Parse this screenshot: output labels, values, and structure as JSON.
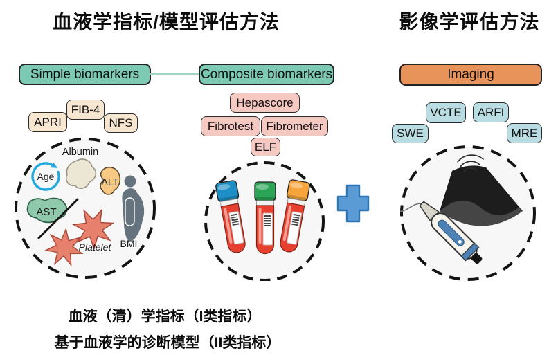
{
  "titles": {
    "blood": "血液学指标/模型评估方法",
    "imaging": "影像学评估方法"
  },
  "categories": {
    "simple": "Simple biomarkers",
    "composite": "Composite biomarkers",
    "imaging": "Imaging"
  },
  "simple_badges": [
    "APRI",
    "FIB-4",
    "NFS"
  ],
  "composite_badges": [
    "Hepascore",
    "Fibrotest",
    "Fibrometer",
    "ELF"
  ],
  "imaging_badges": [
    "VCTE",
    "ARFI",
    "SWE",
    "MRE"
  ],
  "blood_markers": {
    "albumin": "Albumin",
    "age": "Age",
    "alt": "ALT",
    "ast": "AST",
    "platelet": "Platelet",
    "bmi": "BMI"
  },
  "footnotes": [
    "血液（清）学指标（I类指标）",
    "基于血液学的诊断模型（II类指标）"
  ],
  "colors": {
    "teal_button": "#7ccab3",
    "orange_button": "#e8935a",
    "cream_badge": "#f8e7d0",
    "pink_badge": "#f5c8c2",
    "blue_badge": "#b9dde2",
    "plus_blue": "#5b9bd5",
    "tube_red": "#e8402f",
    "tube_cap_blue": "#1e8fc6",
    "tube_cap_green": "#2ba455",
    "tube_cap_orange": "#f6a53c",
    "platelet_salmon": "#e8806e",
    "ast_green": "#8fc8ab",
    "alt_orange": "#f7c983",
    "age_cyan": "#24a9df",
    "bmi_gray": "#64737e"
  }
}
